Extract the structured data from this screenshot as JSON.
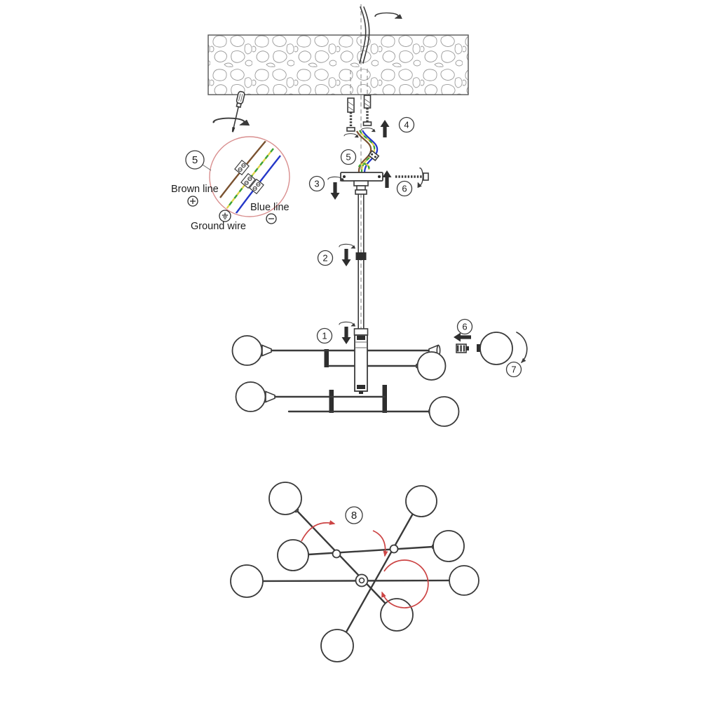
{
  "figure": {
    "steps": {
      "s1": "1",
      "s2": "2",
      "s3": "3",
      "s4": "4",
      "s5": "5",
      "s6": "6",
      "s7": "7",
      "s8": "8"
    },
    "wiring_detail": {
      "brown_label": "Brown line",
      "blue_label": "Blue line",
      "ground_label": "Ground wire"
    },
    "colors": {
      "ink": "#3a3a3a",
      "red_arrow": "#cc4444",
      "detail_ring": "#d98f8f",
      "brown_wire": "#7a5230",
      "blue_wire": "#2437c8",
      "green_wire": "#3aa33a",
      "yellow_wire": "#e0d24a"
    }
  }
}
